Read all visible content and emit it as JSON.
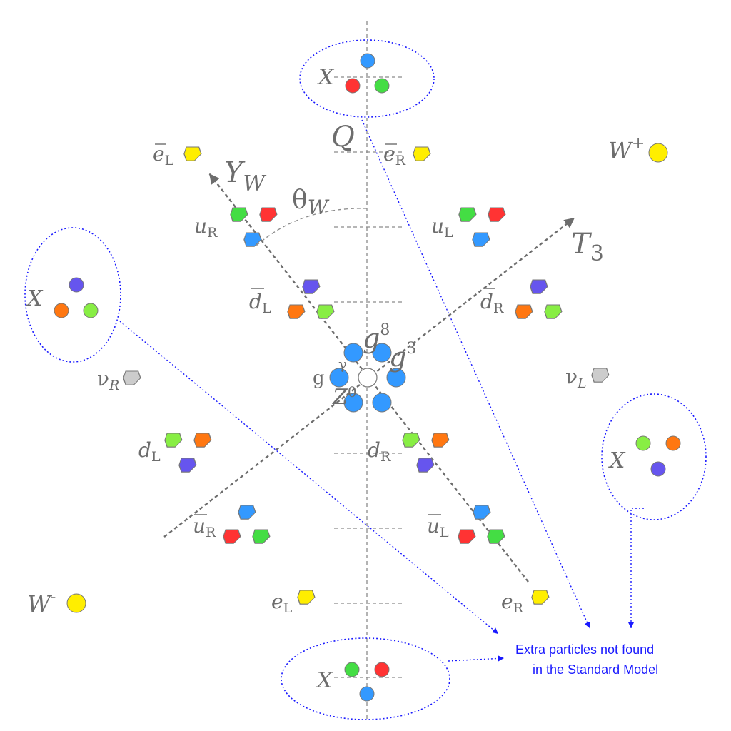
{
  "axes": {
    "Q": "Q",
    "Y_W": "Y",
    "Y_W_sub": "W",
    "T3": "T",
    "T3_sub": "3",
    "theta": "θ",
    "theta_sub": "W"
  },
  "gauge_bosons": {
    "g8": "g",
    "g8_sup": "8",
    "g3": "g",
    "g3_sup": "3",
    "g": "g",
    "gamma": "γ",
    "Z0": "Z",
    "Z0_sup": "0"
  },
  "w_bosons": {
    "w_plus": "W",
    "w_plus_sup": "+",
    "w_minus": "W",
    "w_minus_sup": "-"
  },
  "fermions": {
    "e_bar_L": "e",
    "e_bar_L_sub": "L",
    "e_bar_R": "e",
    "e_bar_R_sub": "R",
    "u_R": "u",
    "u_R_sub": "R",
    "u_L": "u",
    "u_L_sub": "L",
    "d_bar_L": "d",
    "d_bar_L_sub": "L",
    "d_bar_R": "d",
    "d_bar_R_sub": "R",
    "nu_R": "ν",
    "nu_R_sub": "R",
    "nu_L": "ν",
    "nu_L_sub": "L",
    "d_L": "d",
    "d_L_sub": "L",
    "d_R": "d",
    "d_R_sub": "R",
    "u_bar_R": "u",
    "u_bar_R_sub": "R",
    "u_bar_L": "u",
    "u_bar_L_sub": "L",
    "e_L": "e",
    "e_L_sub": "L",
    "e_R": "e",
    "e_R_sub": "R"
  },
  "x_bosons": {
    "top": "X",
    "left": "X",
    "right": "X",
    "bottom": "X"
  },
  "annotation": {
    "line1": "Extra particles not found",
    "line2": "in the Standard Model"
  },
  "colors": {
    "red": "#ff3333",
    "green": "#44dd44",
    "blue": "#3399ff",
    "orange": "#ff7711",
    "light_green": "#88ee44",
    "violet": "#6655ee",
    "yellow": "#ffee00",
    "gray": "#cccccc",
    "label_gray": "#6d6d6d",
    "annotation_blue": "#1a1aff"
  }
}
